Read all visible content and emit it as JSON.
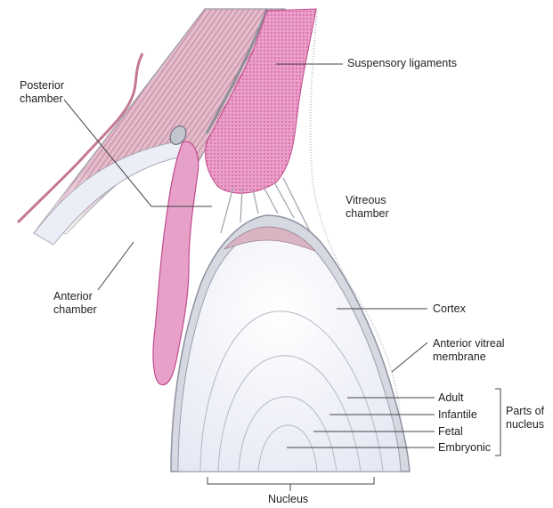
{
  "labels": {
    "suspensory_ligaments": "Suspensory ligaments",
    "posterior_chamber": "Posterior\nchamber",
    "vitreous_chamber": "Vitreous\nchamber",
    "anterior_chamber": "Anterior\nchamber",
    "cortex": "Cortex",
    "anterior_vitreal_membrane": "Anterior vitreal\nmembrane",
    "adult": "Adult",
    "infantile": "Infantile",
    "fetal": "Fetal",
    "embryonic": "Embryonic",
    "parts_of_nucleus": "Parts of\nnucleus",
    "nucleus": "Nucleus"
  },
  "colors": {
    "tissue_pink": "#e8a0c8",
    "tissue_outline": "#c04a8c",
    "sclera_stripe": "#c98a9e",
    "lens_fill": "#f3f4fb",
    "leader_line": "#444444"
  }
}
